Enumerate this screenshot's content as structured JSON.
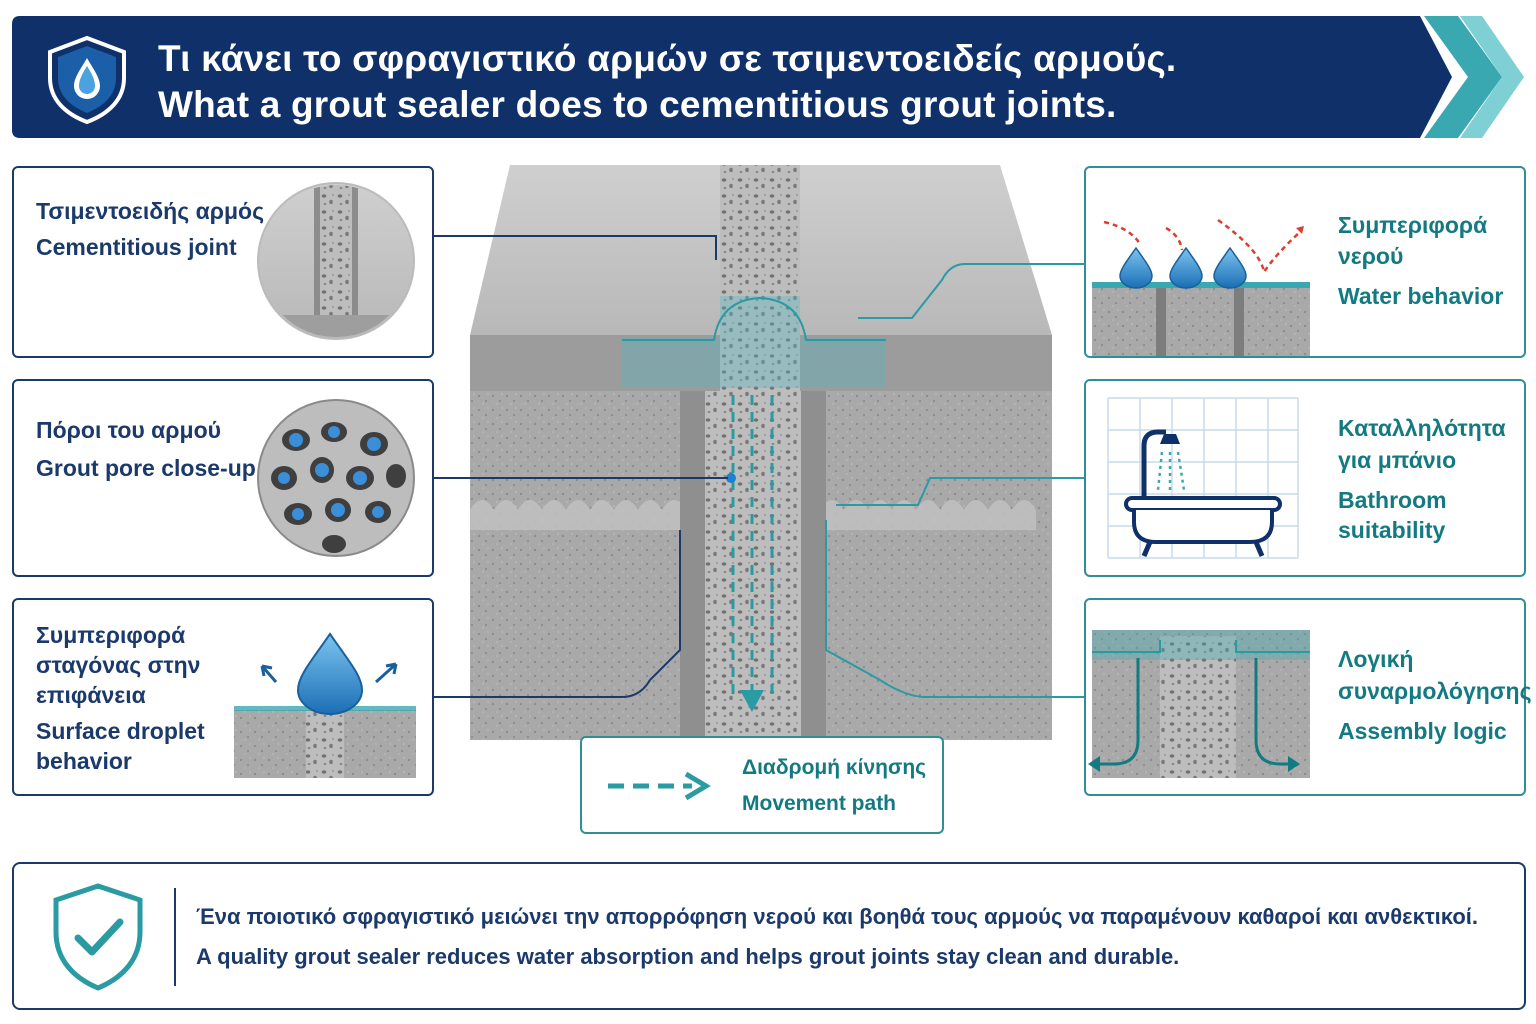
{
  "header": {
    "title_el": "Τι κάνει το σφραγιστικό αρμών σε τσιμεντοειδείς αρμούς.",
    "title_en": "What a grout sealer does to cementitious grout joints.",
    "icon": "shield-water-drop-icon",
    "colors": {
      "navy": "#0f3068",
      "teal": "#2a9aa3",
      "light_teal": "#7fd0d4"
    }
  },
  "left_cards": [
    {
      "label_el": "Τσιμεντοειδής αρμός",
      "label_en": "Cementitious joint"
    },
    {
      "label_el": "Πόροι του αρμού",
      "label_en": "Grout pore close-up"
    },
    {
      "label_el_1": "Συμπεριφορά",
      "label_el_2": "σταγόνας στην",
      "label_el_3": "επιφάνεια",
      "label_en_1": "Surface droplet",
      "label_en_2": "behavior"
    }
  ],
  "right_cards": [
    {
      "label_el_1": "Συμπεριφορά",
      "label_el_2": "νερού",
      "label_en": "Water behavior"
    },
    {
      "label_el_1": "Καταλληλότητα",
      "label_el_2": "για μπάνιο",
      "label_en_1": "Bathroom",
      "label_en_2": "suitability"
    },
    {
      "label_el_1": "Λογική",
      "label_el_2": "συναρμολόγησης",
      "label_en": "Assembly logic"
    }
  ],
  "legend": {
    "label_el": "Διαδρομή κίνησης",
    "label_en": "Movement path"
  },
  "footer": {
    "text_el": "Ένα ποιοτικό σφραγιστικό μειώνει την απορρόφηση νερού και βοηθά τους αρμούς να παραμένουν καθαροί και ανθεκτικοί.",
    "text_en": "A quality grout sealer reduces water absorption and helps grout joints stay clean and durable.",
    "icon": "shield-check-icon"
  }
}
